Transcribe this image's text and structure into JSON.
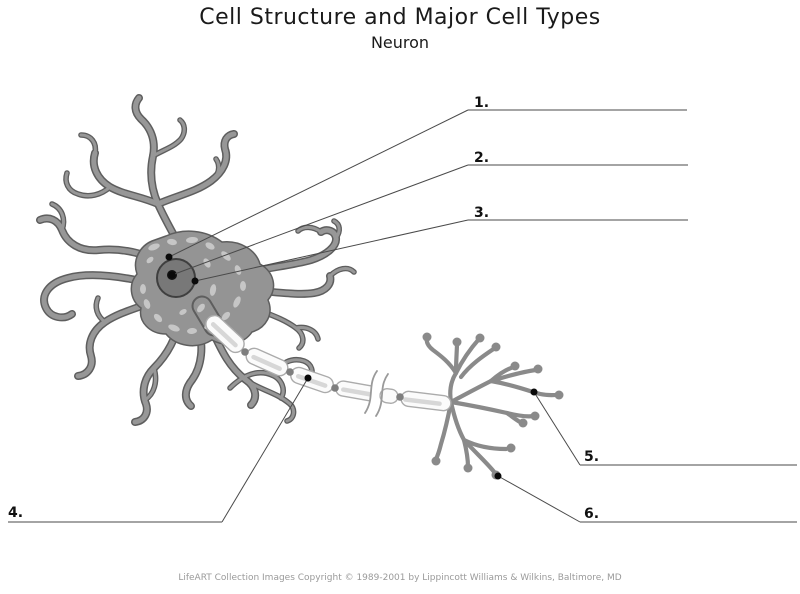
{
  "header": {
    "title": "Cell Structure and Major Cell Types",
    "subtitle": "Neuron"
  },
  "footer": {
    "copyright": "LifeART Collection Images Copyright © 1989-2001 by Lippincott Williams & Wilkins, Baltimore, MD"
  },
  "labels": [
    {
      "number": "1.",
      "answer": ""
    },
    {
      "number": "2.",
      "answer": ""
    },
    {
      "number": "3.",
      "answer": ""
    },
    {
      "number": "4.",
      "answer": ""
    },
    {
      "number": "5.",
      "answer": ""
    },
    {
      "number": "6.",
      "answer": ""
    }
  ],
  "colors": {
    "neuron_fill": "#949494",
    "neuron_outline": "#5e5e5e",
    "nucleus_fill": "#787878",
    "nucleus_outline": "#3f3f3f",
    "nucleolus_fill": "#121212",
    "nissl_body_fill": "#c6c6c6",
    "myelin_fill": "#fbfbfb",
    "myelin_stripe": "#d7d7d7",
    "node_fill": "#7e7e7e",
    "blank_line": "#6e6e6e",
    "leader_line": "#4a4a4a",
    "label_text": "#111111",
    "copyright_text": "#9a9a9a"
  }
}
